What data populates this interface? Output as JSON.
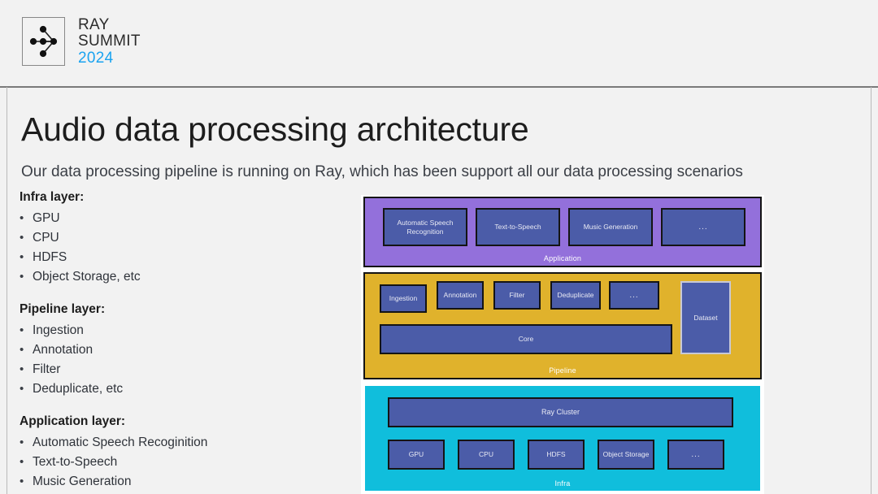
{
  "header": {
    "logo_icon": "ray-nodes-icon",
    "brand_line1": "RAY",
    "brand_line2": "SUMMIT",
    "brand_year": "2024",
    "year_color": "#1aa3f0"
  },
  "slide": {
    "title": "Audio data processing architecture",
    "subtitle": "Our data processing pipeline is running on Ray, which has been support  all our data processing scenarios"
  },
  "bullets": {
    "groups": [
      {
        "heading": "Infra layer:",
        "items": [
          "GPU",
          "CPU",
          "HDFS",
          "Object Storage, etc"
        ]
      },
      {
        "heading": "Pipeline layer:",
        "items": [
          "Ingestion",
          "Annotation",
          "Filter",
          "Deduplicate, etc"
        ]
      },
      {
        "heading": "Application layer:",
        "items": [
          "Automatic Speech Recoginition",
          "Text-to-Speech",
          "Music Generation"
        ]
      }
    ],
    "bullet_glyph": "•"
  },
  "diagram": {
    "layers": [
      {
        "key": "application",
        "label": "Application",
        "color": "#9370DB",
        "nodes": [
          "Automatic Speech Recognition",
          "Text-to-Speech",
          "Music Generation",
          "..."
        ]
      },
      {
        "key": "pipeline",
        "label": "Pipeline",
        "color": "#E0B22C",
        "nodes": [
          "Ingestion",
          "Annotation",
          "Filter",
          "Deduplicate",
          "..."
        ],
        "core": "Core",
        "dataset": "Dataset"
      },
      {
        "key": "infra",
        "label": "Infra",
        "color": "#10BEDC",
        "cluster": "Ray Cluster",
        "nodes": [
          "GPU",
          "CPU",
          "HDFS",
          "Object Storage",
          "..."
        ]
      }
    ],
    "node_color": "#4B5CA8"
  }
}
